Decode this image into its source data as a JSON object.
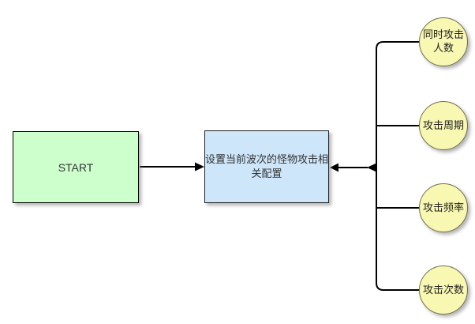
{
  "diagram": {
    "background_color": "#ffffff",
    "connector_color": "#000000",
    "nodes": {
      "start": {
        "label": "START",
        "fill": "#ccffcc",
        "border": "#000000"
      },
      "process": {
        "label": "设置当前波次的怪物攻击相关配置",
        "fill": "#cde6f9",
        "border": "#222222"
      },
      "circle_style": {
        "fill": "#f8f8b2",
        "border": "#6f6f4c"
      },
      "circles": [
        {
          "label": "同时攻击人数"
        },
        {
          "label": "攻击周期"
        },
        {
          "label": "攻击频率"
        },
        {
          "label": "攻击次数"
        }
      ]
    }
  }
}
